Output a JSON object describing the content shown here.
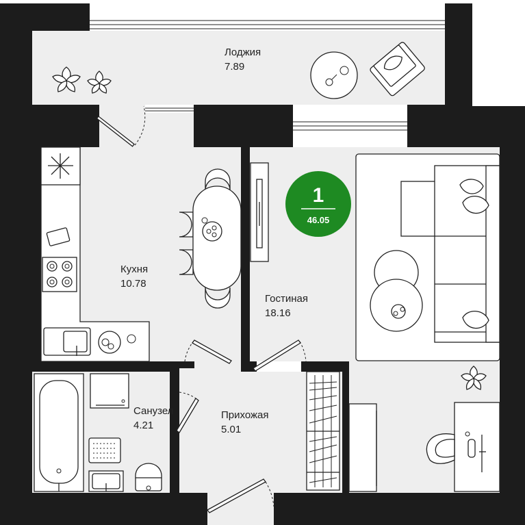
{
  "apartment": {
    "rooms_count": "1",
    "total_area": "46.05",
    "badge_color": "#1e8a22"
  },
  "rooms": {
    "loggia": {
      "name": "Лоджия",
      "area": "7.89"
    },
    "kitchen": {
      "name": "Кухня",
      "area": "10.78"
    },
    "living": {
      "name": "Гостиная",
      "area": "18.16"
    },
    "bathroom": {
      "name": "Санузел",
      "area": "4.21"
    },
    "hallway": {
      "name": "Прихожая",
      "area": "5.01"
    }
  },
  "colors": {
    "wall": "#1c1c1c",
    "floor": "#eeeeee",
    "line": "#222222"
  },
  "icons": [
    "plant-icon",
    "armchair-icon",
    "sofa-icon",
    "bathtub-icon",
    "toilet-icon",
    "sink-icon",
    "stove-icon",
    "dining-table-icon",
    "wardrobe-icon",
    "desk-icon"
  ]
}
